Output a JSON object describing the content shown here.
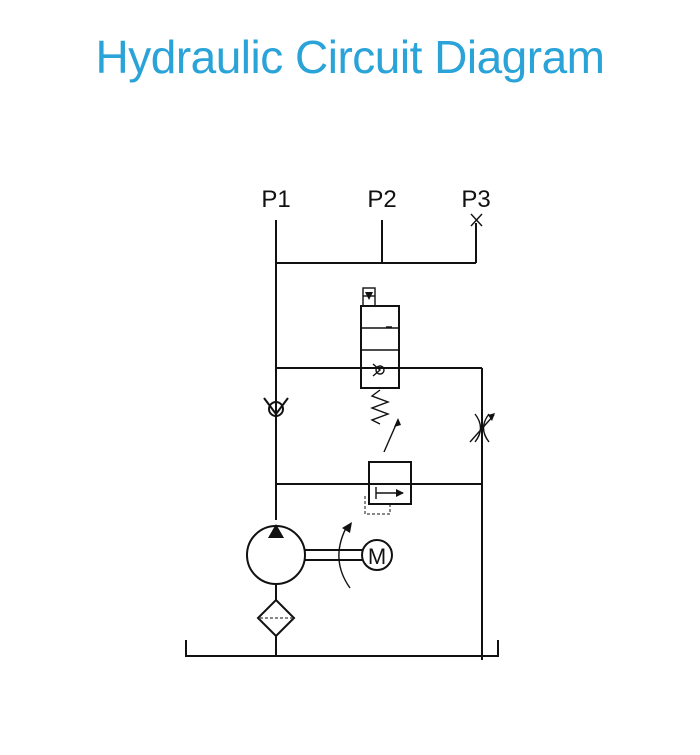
{
  "title": "Hydraulic Circuit Diagram",
  "colors": {
    "title": "#2aa3d8",
    "line": "#111111",
    "background": "#ffffff"
  },
  "ports": [
    {
      "id": "p1",
      "label": "P1"
    },
    {
      "id": "p2",
      "label": "P2"
    },
    {
      "id": "p3",
      "label": "P3",
      "plugged": true
    }
  ],
  "motor": {
    "label": "M"
  },
  "components": [
    "solenoid-directional-valve",
    "check-valve",
    "adjustable-throttle-valve",
    "pressure-relief-valve",
    "hydraulic-pump",
    "electric-motor",
    "oil-filter",
    "reservoir"
  ]
}
